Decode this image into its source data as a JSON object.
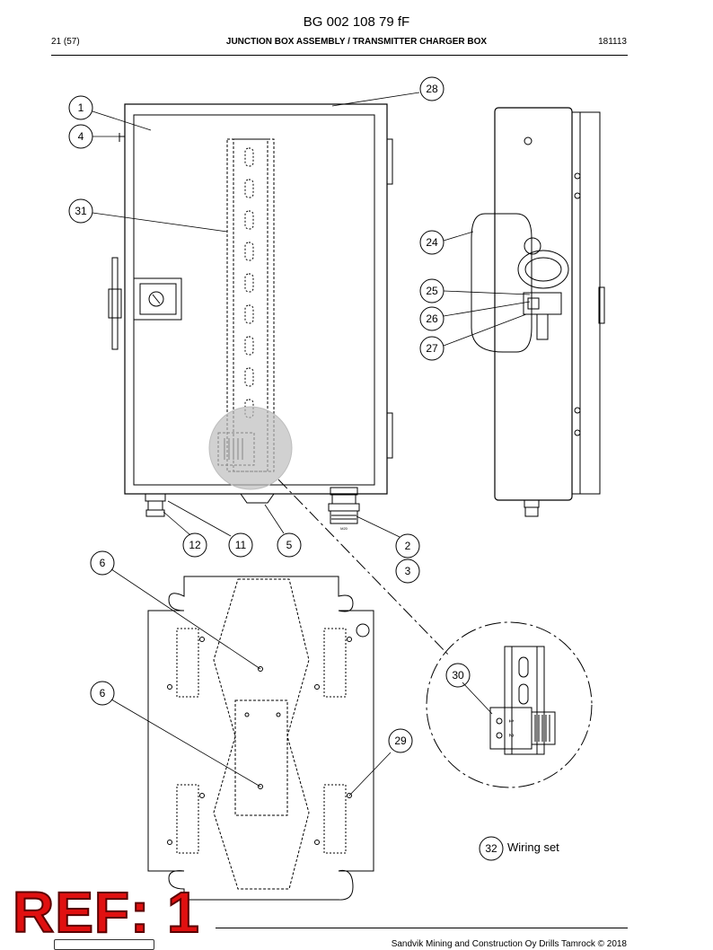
{
  "header": {
    "doc_number": "BG 002 108 79 fF",
    "page": "21 (57)",
    "title": "JUNCTION BOX ASSEMBLY / TRANSMITTER CHARGER BOX",
    "code": "181113"
  },
  "callouts": [
    "28",
    "1",
    "4",
    "31",
    "24",
    "25",
    "26",
    "27",
    "12",
    "11",
    "5",
    "2",
    "3",
    "6",
    "6",
    "30",
    "29",
    "32"
  ],
  "legend": {
    "item_number": "32",
    "label": "Wiring set"
  },
  "gland_label": "M20",
  "footer": {
    "copyright": "Sandvik Mining and Construction Oy Drills Tamrock © 2018"
  },
  "stamp": {
    "text": "REF: 1"
  }
}
